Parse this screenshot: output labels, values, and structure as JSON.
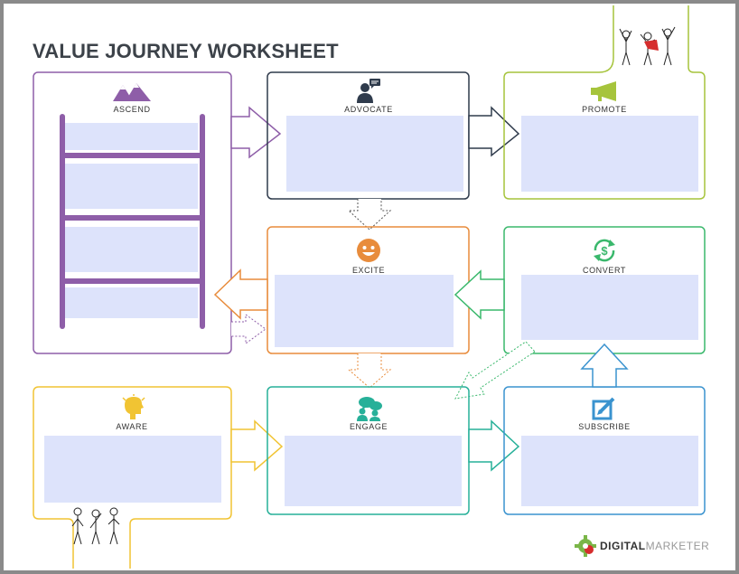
{
  "title": "VALUE JOURNEY WORKSHEET",
  "stages": {
    "ascend": "ASCEND",
    "advocate": "ADVOCATE",
    "promote": "PROMOTE",
    "excite": "EXCITE",
    "convert": "CONVERT",
    "aware": "AWARE",
    "engage": "ENGAGE",
    "subscribe": "SUBSCRIBE"
  },
  "logo": {
    "part1": "DIGITAL",
    "part2": "MARKETER"
  },
  "colors": {
    "ascend": "#8e5ea8",
    "advocate": "#2f3b4c",
    "promote": "#a6c43c",
    "excite": "#e88c3c",
    "convert": "#3ab86c",
    "aware": "#f1c433",
    "engage": "#27b099",
    "subscribe": "#3a93cf",
    "fill": "#dde3fb"
  }
}
